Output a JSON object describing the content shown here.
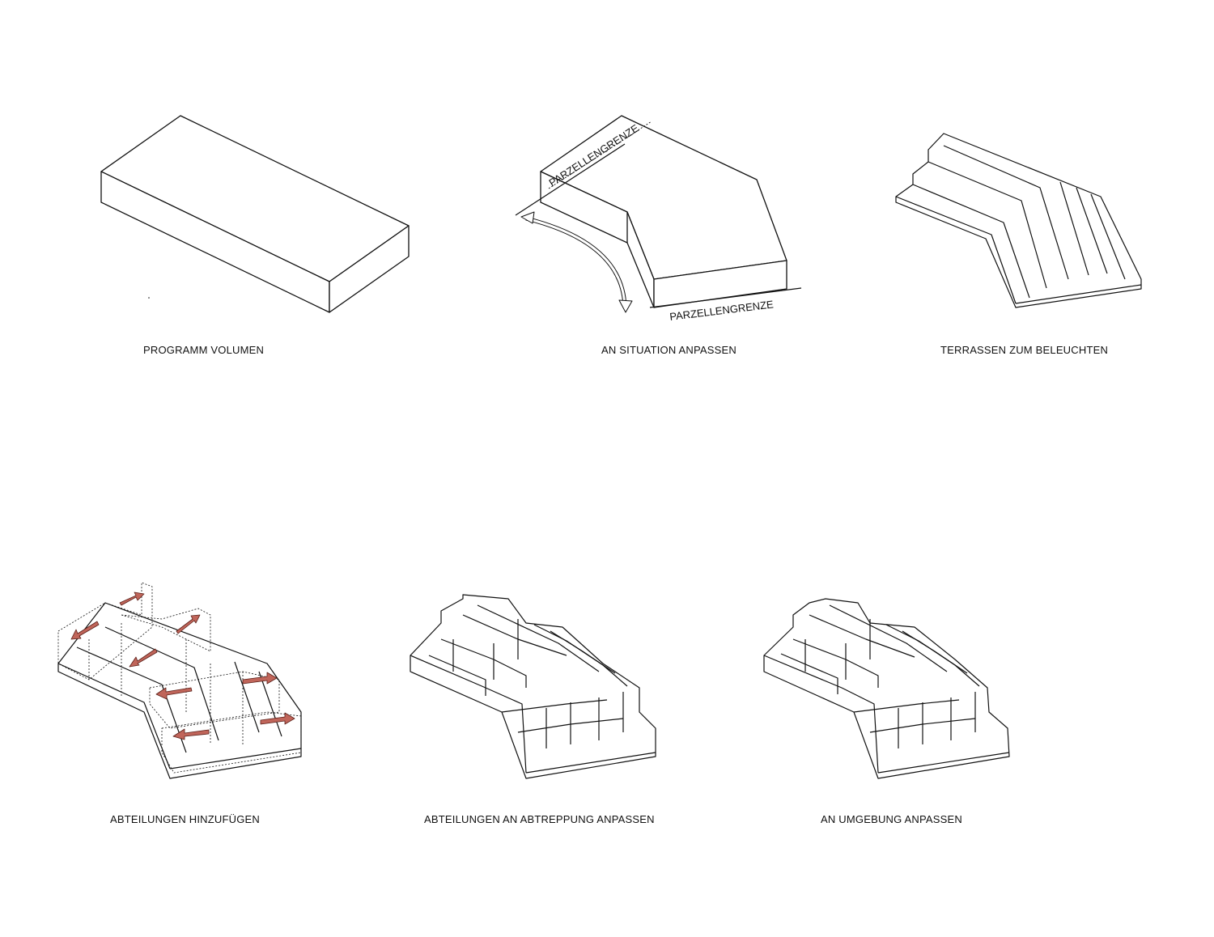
{
  "diagram": {
    "panels": [
      {
        "id": "programm-volumen",
        "caption": "PROGRAMM VOLUMEN"
      },
      {
        "id": "an-situation-anpassen",
        "caption": "AN SITUATION ANPASSEN",
        "labels": {
          "boundary_top": "PARZELLENGRENZE",
          "boundary_bottom": "PARZELLENGRENZE"
        }
      },
      {
        "id": "terrassen-zum-beleuchten",
        "caption": "TERRASSEN ZUM BELEUCHTEN"
      },
      {
        "id": "abteilungen-hinzufuegen",
        "caption": "ABTEILUNGEN HINZUFÜGEN"
      },
      {
        "id": "abteilungen-an-abtreppung-anpassen",
        "caption": "ABTEILUNGEN AN ABTREPPUNG ANPASSEN"
      },
      {
        "id": "an-umgebung-anpassen",
        "caption": "AN UMGEBUNG ANPASSEN"
      }
    ],
    "colors": {
      "line": "#111111",
      "arrow_fill": "#c0655a",
      "arrow_stroke": "#5a1f18",
      "background": "#ffffff"
    }
  }
}
